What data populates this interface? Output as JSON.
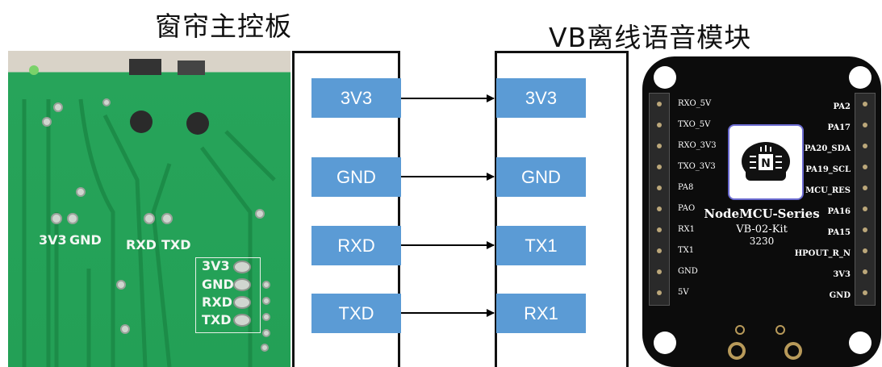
{
  "titles": {
    "left": "窗帘主控板",
    "right": "VB离线语音模块"
  },
  "pcb": {
    "labels": {
      "v33": "3V3",
      "gnd": "GND",
      "rxd": "RXD",
      "txd": "TXD"
    },
    "header_labels": [
      "3V3",
      "GND",
      "RXD",
      "TXD"
    ]
  },
  "left_pins": [
    "3V3",
    "GND",
    "RXD",
    "TXD"
  ],
  "right_pins": [
    "3V3",
    "GND",
    "TX1",
    "RX1"
  ],
  "module": {
    "left_labels": [
      "RXO_5V",
      "TXO_5V",
      "RXO_3V3",
      "TXO_3V3",
      "PA8",
      "PAO",
      "RX1",
      "TX1",
      "GND",
      "5V"
    ],
    "right_labels": [
      "PA2",
      "PA17",
      "PA20_SDA",
      "PA19_SCL",
      "MCU_RES",
      "PA16",
      "PA15",
      "HPOUT_R_N",
      "3V3",
      "GND"
    ],
    "logo_letter": "N",
    "series": "NodeMCU-Series",
    "model": "VB-02-Kit",
    "code": "3230"
  },
  "colors": {
    "pin_fill": "#5b9bd5",
    "pcb_green": "#23a056",
    "board_black": "#0c0c0c"
  }
}
